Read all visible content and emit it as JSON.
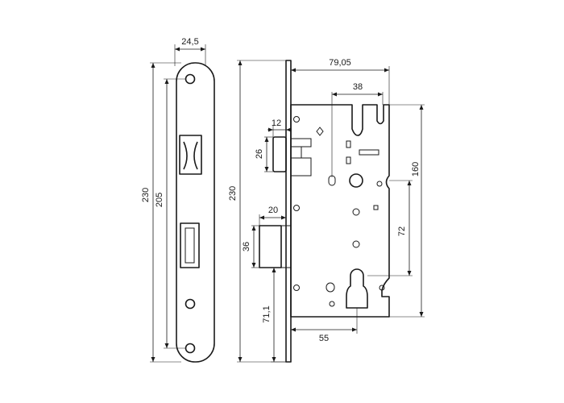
{
  "dimensions": {
    "faceplate_width": "24,5",
    "faceplate_height": "230",
    "faceplate_hole_spacing": "205",
    "lock_height": "230",
    "lock_depth": "79,05",
    "handle_offset": "38",
    "latch_width": "12",
    "latch_height": "26",
    "bolt_width": "20",
    "bolt_height": "36",
    "case_height": "160",
    "handle_to_cylinder": "72",
    "cylinder_from_bottom": "71,1",
    "backset": "55"
  },
  "colors": {
    "line": "#1a1a1a",
    "background": "#ffffff"
  }
}
